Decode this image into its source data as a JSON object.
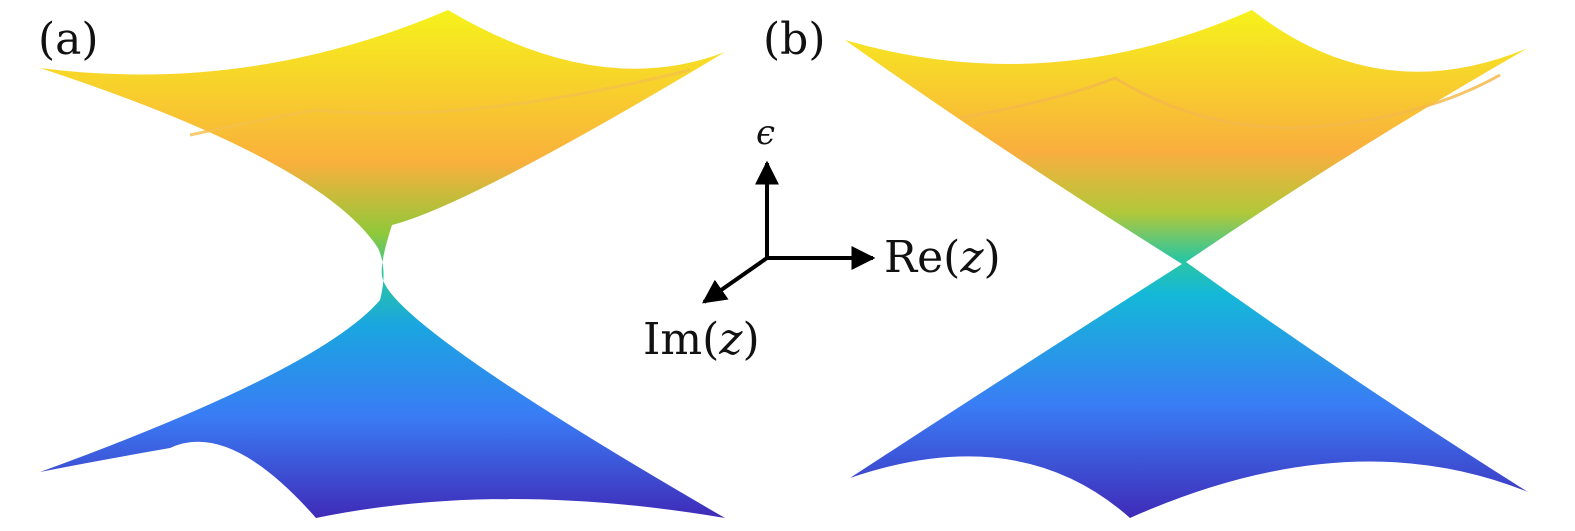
{
  "panels": {
    "a": {
      "label": "(a)"
    },
    "b": {
      "label": "(b)"
    }
  },
  "axes": {
    "vertical": "ϵ",
    "horizontal_prefix": "Re(",
    "horizontal_var": "z",
    "horizontal_suffix": ")",
    "depth_prefix": "Im(",
    "depth_var": "z",
    "depth_suffix": ")"
  },
  "colors": {
    "top": "#f6f21b",
    "upper_mid": "#f9b43a",
    "mid": "#2bc6a6",
    "lower_mid": "#1aa6e0",
    "bottom": "#3f2bb8",
    "axis": "#000000"
  }
}
